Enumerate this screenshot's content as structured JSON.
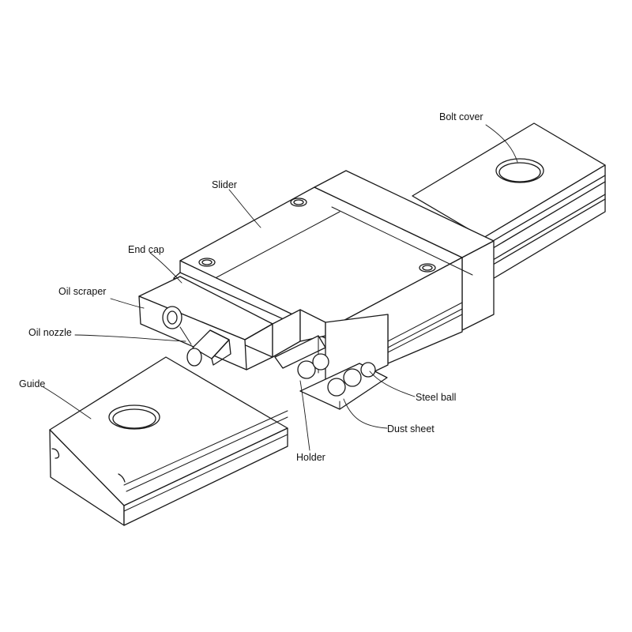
{
  "diagram": {
    "labels": {
      "bolt_cover": "Bolt cover",
      "slider": "Slider",
      "end_cap": "End cap",
      "oil_scraper": "Oil scraper",
      "oil_nozzle": "Oil nozzle",
      "guide": "Guide",
      "steel_ball": "Steel ball",
      "dust_sheet": "Dust sheet",
      "holder": "Holder"
    },
    "colors": {
      "line": "#1a1a1a",
      "fill": "#ffffff",
      "shade": "#eeeeee"
    }
  }
}
